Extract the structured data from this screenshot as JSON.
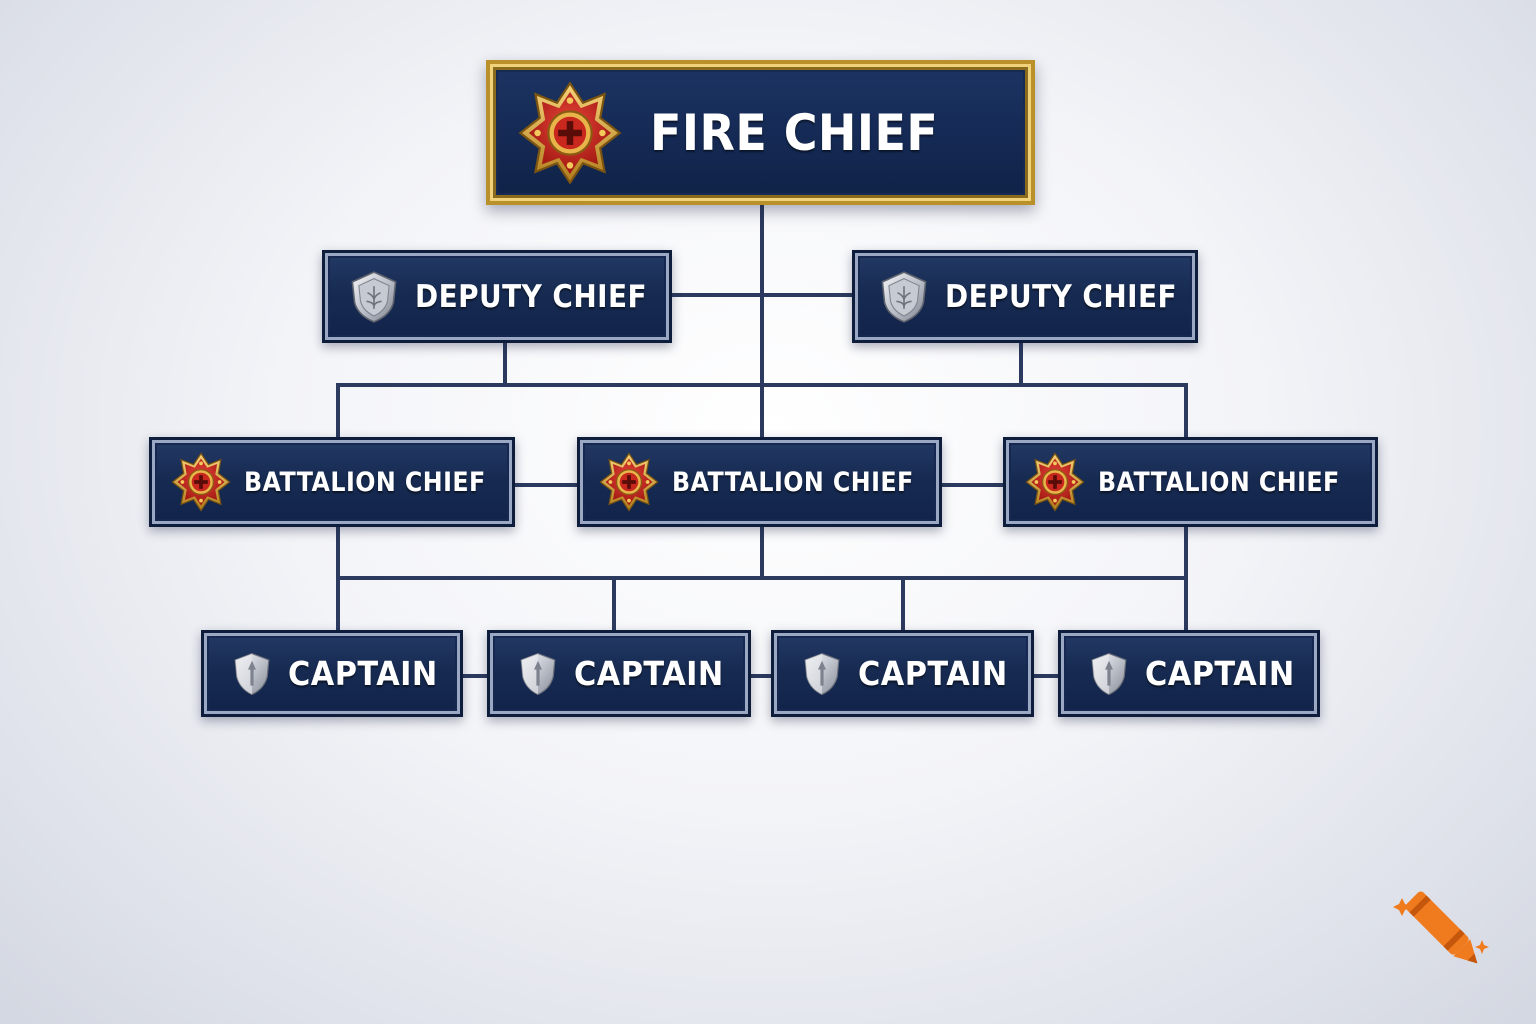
{
  "diagram": {
    "nodes": [
      {
        "id": "fire-chief",
        "label": "FIRE CHIEF",
        "level": 0,
        "icon": "maltese-cross-badge-icon"
      },
      {
        "id": "deputy-chief-1",
        "label": "DEPUTY CHIEF",
        "level": 1,
        "icon": "silver-shield-emblem-icon"
      },
      {
        "id": "deputy-chief-2",
        "label": "DEPUTY CHIEF",
        "level": 1,
        "icon": "silver-shield-emblem-icon"
      },
      {
        "id": "battalion-chief-1",
        "label": "BATTALION CHIEF",
        "level": 2,
        "icon": "maltese-cross-badge-icon"
      },
      {
        "id": "battalion-chief-2",
        "label": "BATTALION CHIEF",
        "level": 2,
        "icon": "maltese-cross-badge-icon"
      },
      {
        "id": "battalion-chief-3",
        "label": "BATTALION CHIEF",
        "level": 2,
        "icon": "maltese-cross-badge-icon"
      },
      {
        "id": "captain-1",
        "label": "CAPTAIN",
        "level": 3,
        "icon": "silver-shield-icon"
      },
      {
        "id": "captain-2",
        "label": "CAPTAIN",
        "level": 3,
        "icon": "silver-shield-icon"
      },
      {
        "id": "captain-3",
        "label": "CAPTAIN",
        "level": 3,
        "icon": "silver-shield-icon"
      },
      {
        "id": "captain-4",
        "label": "CAPTAIN",
        "level": 3,
        "icon": "silver-shield-icon"
      }
    ],
    "colors": {
      "box_fill": "#172b52",
      "box_border_silver": "#9aa8c4",
      "chief_border_gold": "#c9a23a",
      "connector": "#2b3a5e",
      "badge_red": "#c8281e",
      "badge_gold": "#e0a93a",
      "shield_silver": "#c9ccd3",
      "label_text": "#ffffff"
    }
  },
  "branding": {
    "logo_icon": "crayon-logo-icon",
    "logo_color": "#f07a1e"
  }
}
